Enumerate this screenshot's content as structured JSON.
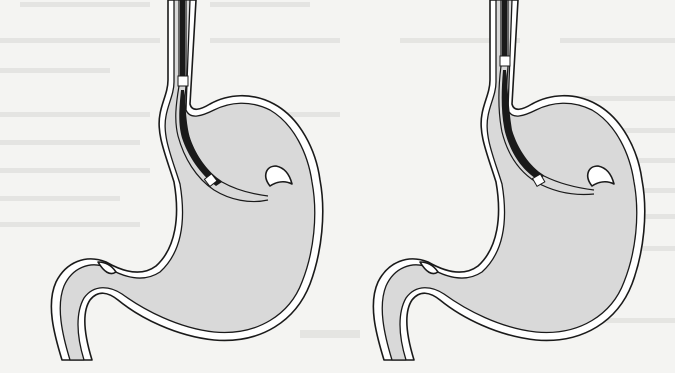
{
  "figure": {
    "panels": [
      {
        "id": "left",
        "subject": "stomach-with-endoscope"
      },
      {
        "id": "right",
        "subject": "stomach-with-endoscope"
      }
    ],
    "colors": {
      "lumen": "#d9d9d9",
      "wall": "#ffffff",
      "outline": "#1a1a1a",
      "paper": "#f4f4f2"
    }
  }
}
